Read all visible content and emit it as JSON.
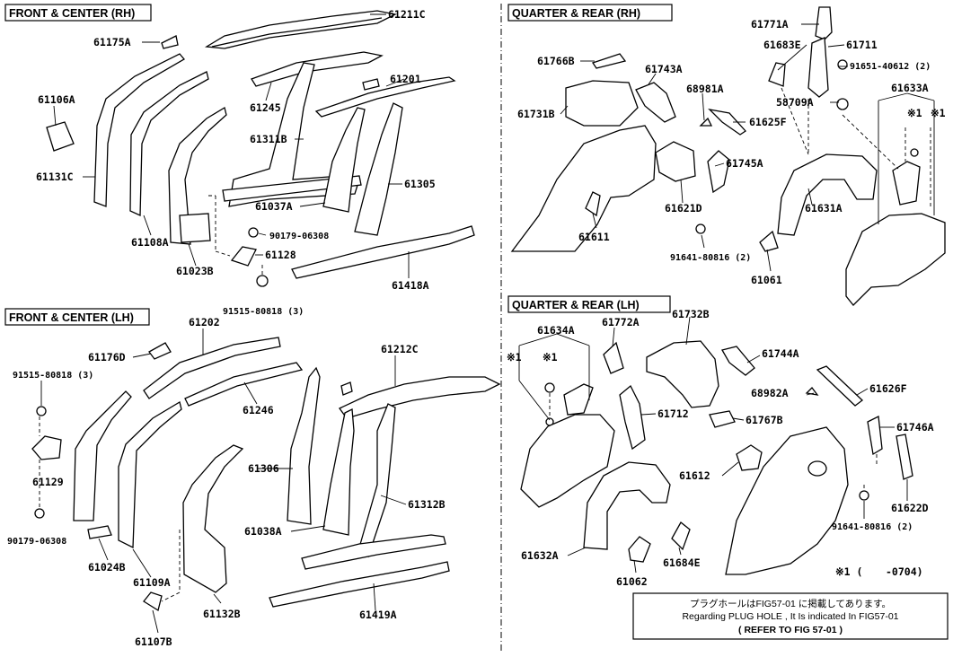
{
  "sections": {
    "front_rh": "FRONT & CENTER (RH)",
    "quarter_rh": "QUARTER  &  REAR (RH)",
    "front_lh": "FRONT & CENTER (LH)",
    "quarter_lh": "QUARTER  &  REAR (LH)"
  },
  "parts": {
    "p61211C": "61211C",
    "p61175A": "61175A",
    "p61201": "61201",
    "p61106A": "61106A",
    "p61245": "61245",
    "p61311B": "61311B",
    "p61131C": "61131C",
    "p61305": "61305",
    "p61037A": "61037A",
    "p61108A": "61108A",
    "p90179_rh": "90179-06308",
    "p61023B": "61023B",
    "p61128": "61128",
    "p61418A": "61418A",
    "p91515_rh": "91515-80818 (3)",
    "p61771A": "61771A",
    "p61683E": "61683E",
    "p61711": "61711",
    "p61766B": "61766B",
    "p91651": "91651-40612 (2)",
    "p61743A": "61743A",
    "p68981A": "68981A",
    "p58709A": "58709A",
    "p61633A": "61633A",
    "p61731B": "61731B",
    "p61625F": "61625F",
    "k1a": "※1",
    "k1b": "※1",
    "p61745A": "61745A",
    "p61631A": "61631A",
    "p61621D": "61621D",
    "p61611": "61611",
    "p91641_rh": "91641-80816 (2)",
    "p61061": "61061",
    "p61202": "61202",
    "p61176D": "61176D",
    "p91515_lh": "91515-80818 (3)",
    "p61246": "61246",
    "p61212C": "61212C",
    "p61129": "61129",
    "p61306": "61306",
    "p61312B": "61312B",
    "p61038A": "61038A",
    "p61024B": "61024B",
    "p90179_lh": "90179-06308",
    "p61109A": "61109A",
    "p61132B": "61132B",
    "p61419A": "61419A",
    "p61107B": "61107B",
    "p61634A": "61634A",
    "p61772A": "61772A",
    "p61732B": "61732B",
    "p61744A": "61744A",
    "k1c": "※1",
    "k1d": "※1",
    "p68982A": "68982A",
    "p61626F": "61626F",
    "p61712": "61712",
    "p61767B": "61767B",
    "p61746A": "61746A",
    "p61612": "61612",
    "p61622D": "61622D",
    "p91641_lh": "91641-80816 (2)",
    "p61632A": "61632A",
    "p61062": "61062",
    "p61684E": "61684E"
  },
  "footnote": {
    "mark": "※1 (",
    "range": "-0704)"
  },
  "notice": {
    "line1": "プラグホールはFIG57-01 に掲載してあります。",
    "line2": "Regarding  PLUG HOLE , It Is indicated In FIG57-01",
    "line3": "(  REFER TO FIG 57-01 )"
  }
}
